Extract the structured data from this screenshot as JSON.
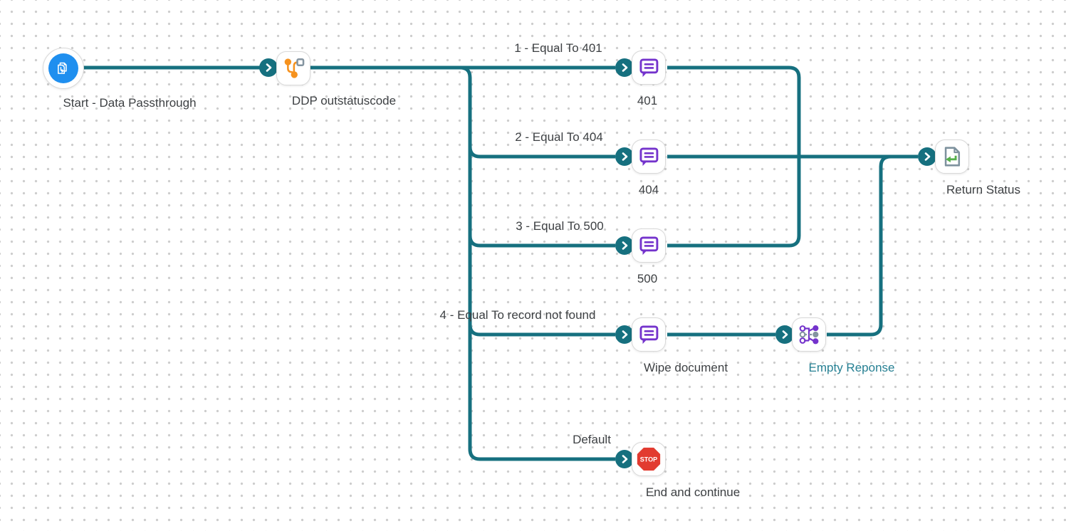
{
  "app": {
    "name": "process-flow-canvas"
  },
  "colors": {
    "connector": "#16707f",
    "node_border": "#d9d9d9",
    "label_text": "#3d4043",
    "selected_label_text": "#257f92",
    "message_purple": "#7433cc",
    "stop_red": "#e23b30",
    "start_blue": "#1f8fef",
    "branch_orange": "#f6921e",
    "document_gray": "#7e929e",
    "return_green": "#56b04c"
  },
  "nodes": {
    "start": {
      "label": "Start - Data Passthrough",
      "icon": "data-passthrough-start-icon"
    },
    "ddp": {
      "label": "DDP outstatuscode",
      "icon": "branch-icon"
    },
    "n401": {
      "label": "401",
      "icon": "message-icon"
    },
    "n404": {
      "label": "404",
      "icon": "message-icon"
    },
    "n500": {
      "label": "500",
      "icon": "message-icon"
    },
    "wipe": {
      "label": "Wipe document",
      "icon": "message-icon"
    },
    "empty": {
      "label": "Empty Reponse",
      "icon": "map-icon",
      "label_state": "selected"
    },
    "stop": {
      "label": "End and continue",
      "icon": "stop-icon"
    },
    "return": {
      "label": "Return Status",
      "icon": "return-document-icon"
    }
  },
  "branch_labels": {
    "b1": "1 - Equal To 401",
    "b2": "2 - Equal To 404",
    "b3": "3 - Equal To 500",
    "b4": "4 - Equal To record not found",
    "default": "Default"
  },
  "stop_badge_text": "STOP"
}
